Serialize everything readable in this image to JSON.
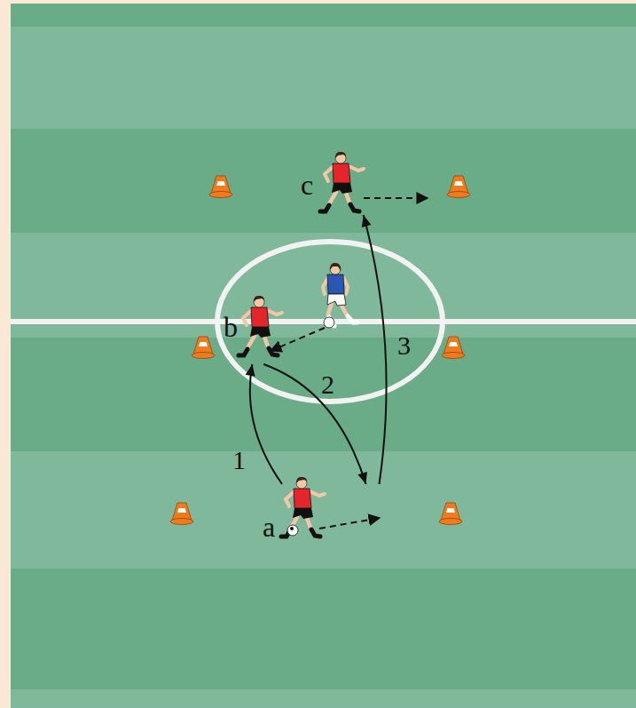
{
  "diagram": {
    "nodes": [
      {
        "text": [
          "c"
        ]
      },
      {
        "text": [
          "b"
        ]
      },
      {
        "text": [
          "a"
        ]
      }
    ],
    "edges": [
      {
        "from": 2,
        "to": 1,
        "arrow": "to",
        "label": "1"
      },
      {
        "from": 1,
        "to": 2,
        "arrow": "to",
        "label": "2"
      },
      {
        "from": 2,
        "to": 0,
        "arrow": "to",
        "label": "3"
      }
    ]
  }
}
